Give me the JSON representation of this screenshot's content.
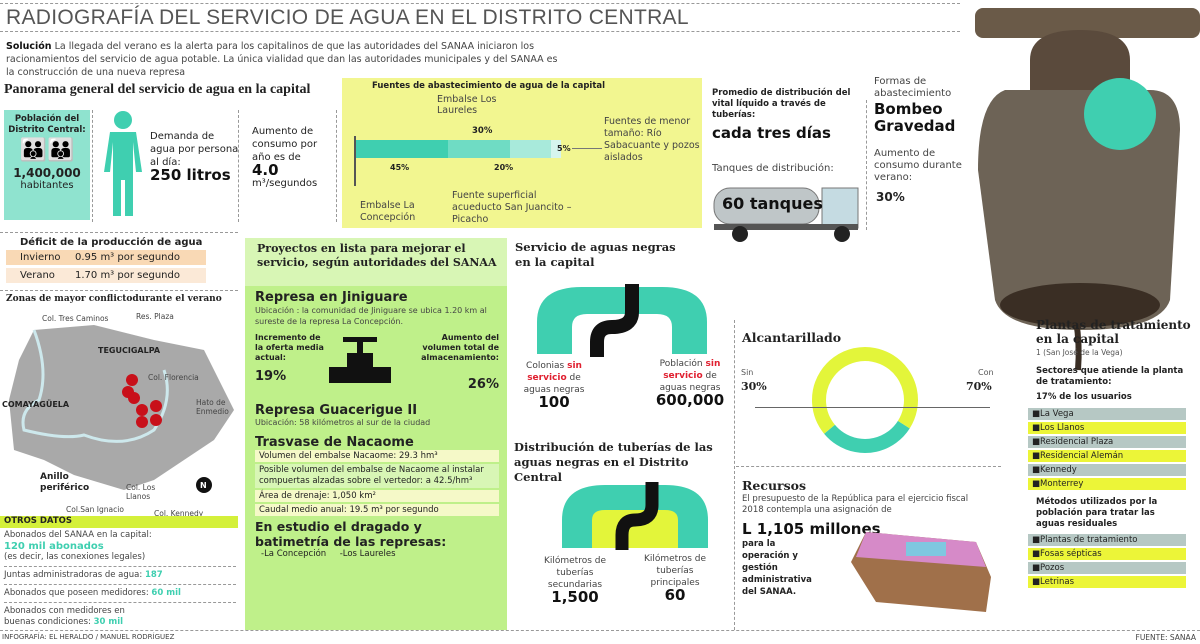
{
  "title": "RADIOGRAFÍA DEL SERVICIO DE AGUA EN  EL DISTRITO CENTRAL",
  "intro": {
    "lead": "Solución",
    "text": " La llegada del verano es la alerta para los capitalinos de que las autoridades del SANAA iniciaron los racionamientos del servicio de agua potable. La única vialidad que dan las autoridades municipales y del SANAA es la construcción de una nueva represa"
  },
  "panorama": {
    "heading": "Panorama general del servicio de agua en la capital",
    "population": {
      "label": "Población del Distrito Central:",
      "value": "1,400,000",
      "unit": "habitantes"
    },
    "demand": {
      "label": "Demanda de agua por persona al día:",
      "value": "250 litros"
    },
    "consumption": {
      "label": "Aumento de consumo por año es de",
      "value": "4.0",
      "unit": "m³/segundos"
    }
  },
  "sources": {
    "heading": "Fuentes de abastecimiento de agua de la capital",
    "labels": {
      "laureles": "Embalse Los Laureles",
      "concepcion": "Embalse La Concepción",
      "superficial": "Fuente superficial acueducto San Juancito – Picacho",
      "menor": "Fuentes de menor tamaño: Río Sabacuante y pozos aislados"
    },
    "pct": {
      "concepcion": "45%",
      "laureles": "30%",
      "superficial": "20%",
      "menor": "5%"
    }
  },
  "chart_data": [
    {
      "type": "bar",
      "title": "Fuentes de abastecimiento de agua de la capital",
      "stacked": true,
      "categories": [
        "Embalse La Concepción",
        "Embalse Los Laureles",
        "Fuente superficial acueducto San Juancito – Picacho",
        "Fuentes de menor tamaño: Río Sabacuante y pozos aislados"
      ],
      "values": [
        45,
        30,
        20,
        5
      ],
      "colors": [
        "#3fcfb0",
        "#6fdcc4",
        "#a8eadb",
        "#d6f5ee"
      ]
    },
    {
      "type": "pie",
      "donut": true,
      "title": "Alcantarillado",
      "categories": [
        "Sin",
        "Con"
      ],
      "values": [
        30,
        70
      ],
      "colors": [
        "#3fcfb0",
        "#e3f53a"
      ]
    }
  ],
  "distribution": {
    "heading": "Promedio de distribución del vital líquido a través de tuberías:",
    "value": "cada tres días",
    "tanks_label": "Tanques de distribución:",
    "tanks_value": "60 tanques"
  },
  "forms": {
    "label": "Formas de abastecimiento",
    "value1": "Bombeo",
    "value2": "Gravedad",
    "increase_label": "Aumento de consumo durante verano:",
    "increase_value": "30%"
  },
  "deficit": {
    "heading": "Déficit de la producción de  agua",
    "rows": [
      {
        "season": "Invierno",
        "value": "0.95 m³ por segundo"
      },
      {
        "season": "Verano",
        "value": "1.70 m³ por segundo"
      }
    ]
  },
  "map": {
    "heading": "Zonas de mayor conflictodurante el verano",
    "labels": [
      "Col. Tres Caminos",
      "Res. Plaza",
      "TEGUCIGALPA",
      "Col. Florencia",
      "COMAYAGÜELA",
      "Hato de Enmedio",
      "Anillo periférico",
      "Col. Los Llanos",
      "Col.San Ignacio",
      "Col. Kennedy"
    ],
    "north": "N"
  },
  "otros": {
    "heading": "OTROS DATOS",
    "abonados_label": "Abonados del SANAA en la capital:",
    "abonados_value": "120 mil abonados",
    "abonados_note": "(es decir, las conexiones legales)",
    "juntas_label": "Juntas administradoras de agua: ",
    "juntas_value": "187",
    "medidores_label": "Abonados que poseen medidores: ",
    "medidores_value": "60 mil",
    "buenos_label": "Abonados con medidores en buenas condiciones: ",
    "buenos_value": "30 mil"
  },
  "proyectos": {
    "heading": "Proyectos en lista para mejorar el servicio, según autoridades del SANAA",
    "jiniguare": {
      "title": "Represa en Jiniguare",
      "text": "Ubicación : la comunidad de Jiniguare se ubica 1.20 km al sureste de la represa La Concepción.",
      "left_label": "Incremento de  la oferta media actual:",
      "left_value": "19%",
      "right_label": "Aumento del volumen total de almacenamiento:",
      "right_value": "26%"
    },
    "guacerique": {
      "title": "Represa Guacerigue II",
      "text": "Ubicación: 58 kilómetros al sur de la ciudad"
    },
    "nacaome": {
      "title": "Trasvase de Nacaome",
      "rows": [
        "Volumen del embalse Nacaome: 29.3 hm³",
        "Posible volumen del embalse de Nacaome al instalar compuertas alzadas sobre el vertedor: a 42.5/hm³",
        "Área de drenaje: 1,050 km²",
        "Caudal  medio anual: 19.5 m³ por segundo"
      ]
    },
    "estudio": {
      "title": "En estudio el dragado y batimetría de las represas:",
      "items": [
        "-La Concepción",
        "-Los Laureles"
      ]
    }
  },
  "negras": {
    "heading": "Servicio de aguas negras en la capital",
    "colonias_pre": "Colonias ",
    "sin": "sin",
    "servicio": "servicio",
    "colonias_post": " de aguas negras",
    "colonias_value": "100",
    "poblacion_pre": "Población ",
    "poblacion_value": "600,000"
  },
  "tuberias": {
    "heading": "Distribución de tuberías de las aguas negras en el Distrito Central",
    "sec_label": "Kilómetros de tuberías secundarias",
    "sec_value": "1,500",
    "pri_label": "Kilómetros de tuberías principales",
    "pri_value": "60"
  },
  "alcantarillado": {
    "heading": "Alcantarillado",
    "sin_label": "Sin",
    "sin_value": "30%",
    "con_label": "Con",
    "con_value": "70%"
  },
  "recursos": {
    "heading": "Recursos",
    "text": "El presupuesto de la República para el ejercicio fiscal 2018 contempla una asignación de",
    "value": "L 1,105 millones",
    "note": "para la operación y gestión administrativa del SANAA."
  },
  "plantas": {
    "heading": "Plantas de tratamiento en la capital",
    "sub": "1 (San José de la Vega)",
    "sectores_heading": "Sectores que atiende la planta de tratamiento:",
    "sectores_pct": "17%  de los usuarios",
    "sectores": [
      "La Vega",
      "Los Llanos",
      "Residencial Plaza",
      "Residencial Alemán",
      "Kennedy",
      "Monterrey"
    ],
    "metodos_heading": "Métodos utilizados por la población para tratar las aguas residuales",
    "metodos": [
      "Plantas de tratamiento",
      "Fosas sépticas",
      "Pozos",
      "Letrinas"
    ]
  },
  "footer": {
    "credit": "INFOGRAFÍA: EL HERALDO / MANUEL RODRÍGUEZ",
    "source": "FUENTE: SANAA"
  },
  "colors": {
    "teal": "#3fcfb0",
    "lime": "#e3f53a",
    "lightgreen": "#bff08a",
    "peach": "#f9d9b5",
    "red": "#c8101a"
  }
}
